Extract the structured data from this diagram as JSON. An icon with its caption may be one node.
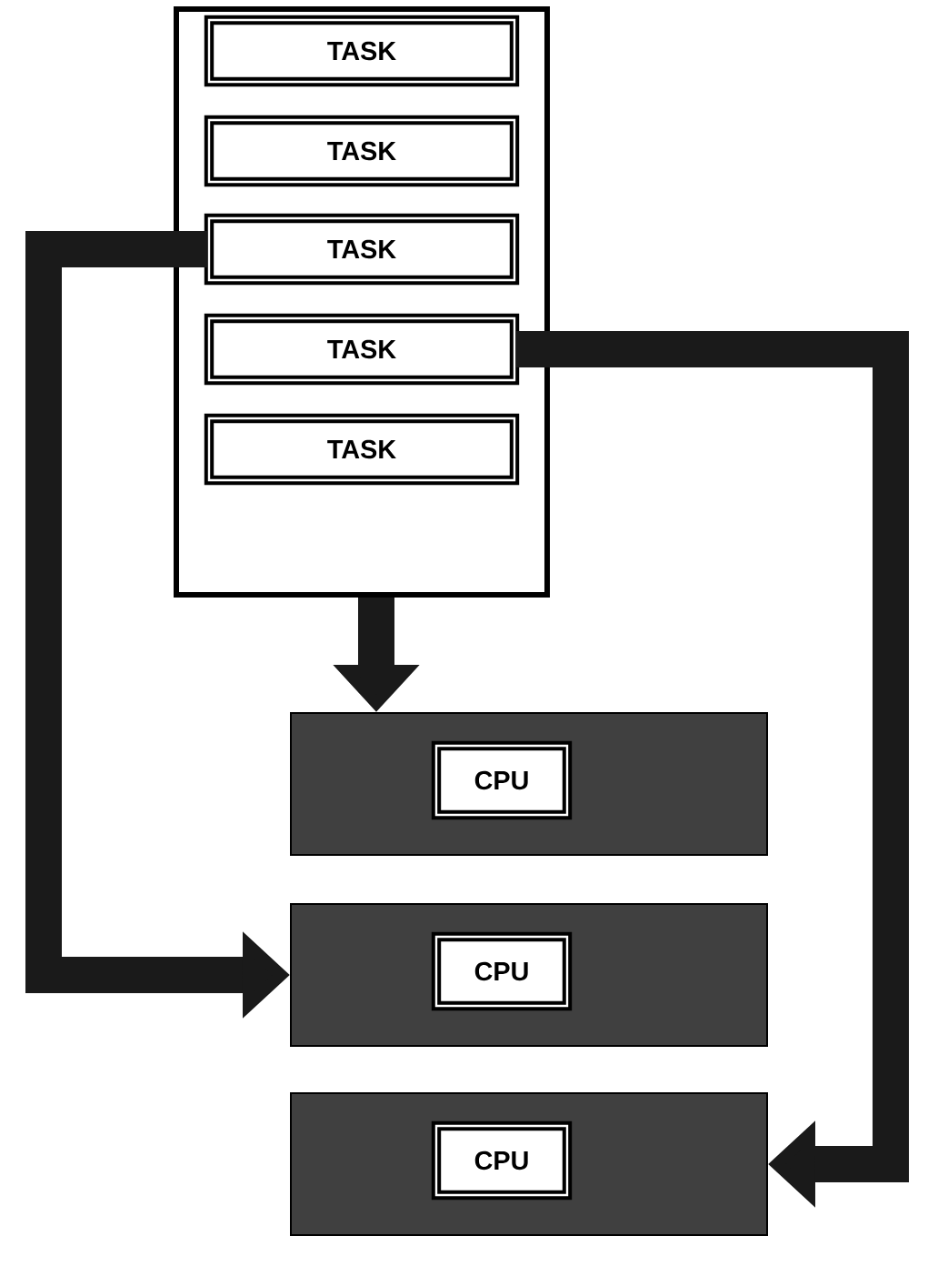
{
  "diagram": {
    "nodes": [
      {
        "text": [],
        "shape": "box"
      },
      {
        "text": [
          "TASK"
        ],
        "in": 0
      },
      {
        "text": [
          "TASK"
        ],
        "in": 0
      },
      {
        "text": [
          "TASK"
        ],
        "in": 0
      },
      {
        "text": [
          "TASK"
        ],
        "in": 0
      },
      {
        "text": [
          "TASK"
        ],
        "in": 0
      },
      {
        "text": [],
        "shape": "box"
      },
      {
        "text": [
          "CPU"
        ],
        "in": 6
      },
      {
        "text": [],
        "shape": "box"
      },
      {
        "text": [
          "CPU"
        ],
        "in": 8
      },
      {
        "text": [],
        "shape": "box"
      },
      {
        "text": [
          "CPU"
        ],
        "in": 10
      }
    ],
    "edges": [
      {
        "from": 0,
        "to": 6,
        "arrow": "to"
      },
      {
        "from": 3,
        "to": 8,
        "arrow": "to"
      },
      {
        "from": 4,
        "to": 10,
        "arrow": "to"
      }
    ]
  }
}
